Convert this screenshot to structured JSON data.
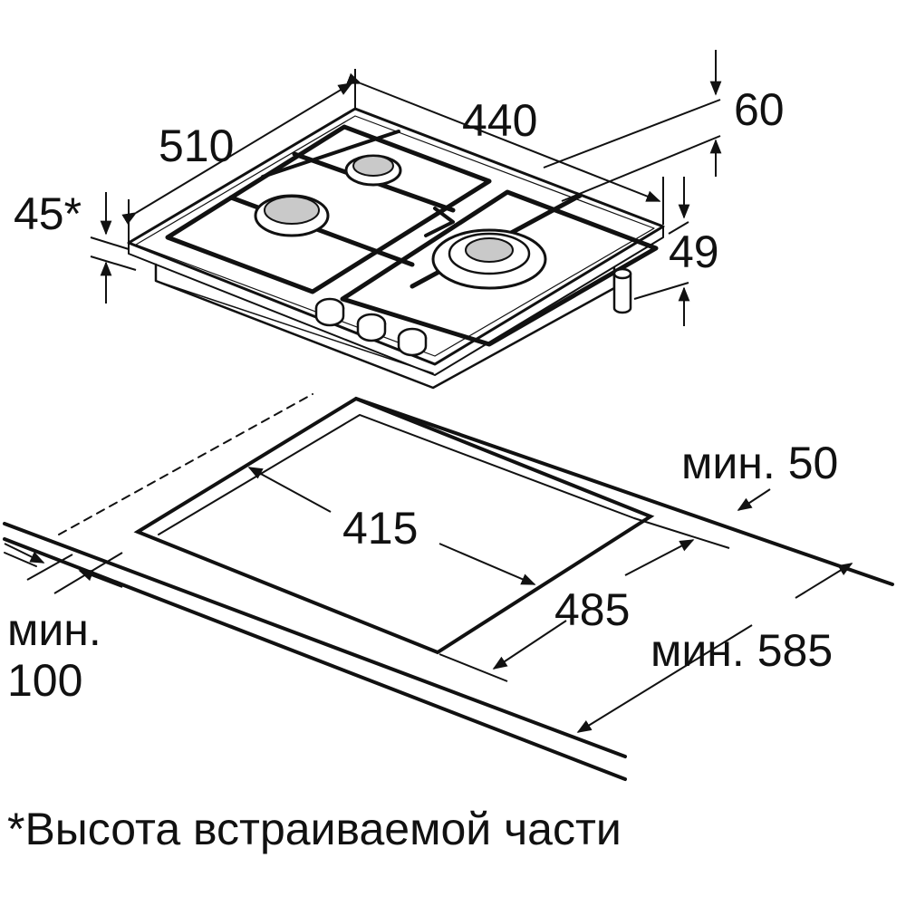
{
  "hob": {
    "dimensions": {
      "width": "510",
      "depth": "440",
      "total_height": "60",
      "height_below_surface": "49",
      "built_in_height": "45*"
    },
    "burners": 3,
    "control_knobs": 3
  },
  "cutout": {
    "width": "415",
    "depth": "485",
    "min_rear_gap": "мин. 50",
    "min_front_gap_label": "мин.",
    "min_front_gap_value": "100",
    "min_worktop_depth": "мин. 585"
  },
  "footnote": "*Высота встраиваемой части"
}
